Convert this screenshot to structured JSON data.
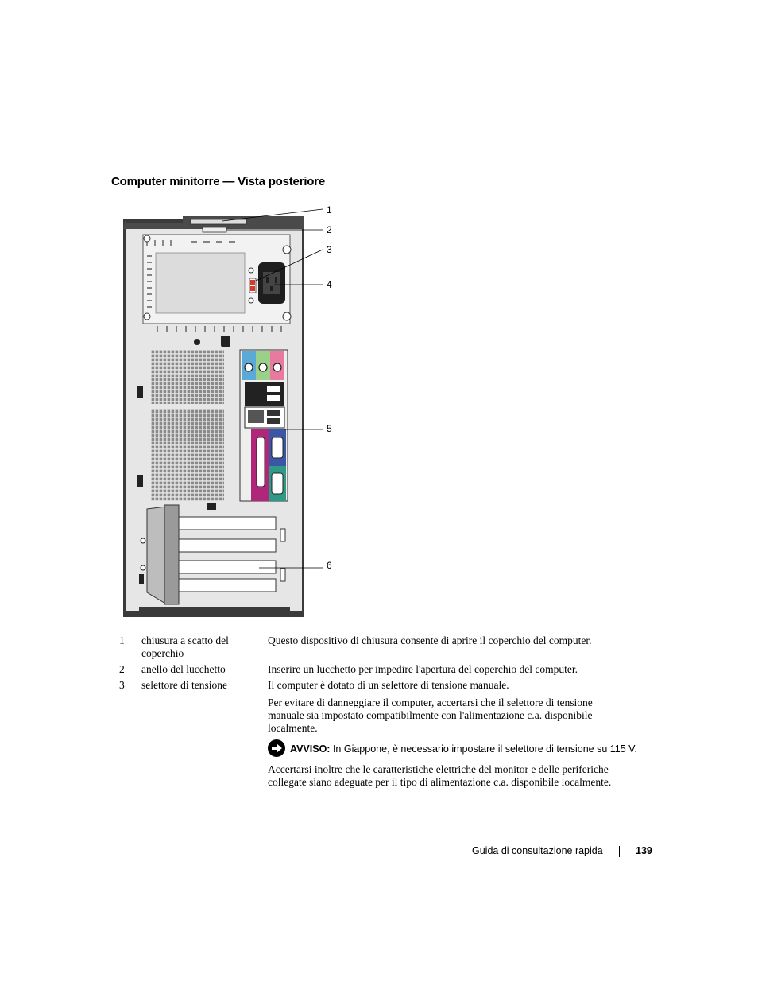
{
  "section_title": "Computer minitorre — Vista posteriore",
  "callouts": [
    "1",
    "2",
    "3",
    "4",
    "5",
    "6"
  ],
  "rows": [
    {
      "num": "1",
      "term": "chiusura a scatto del coperchio",
      "desc": "Questo dispositivo di chiusura consente di aprire il coperchio del computer."
    },
    {
      "num": "2",
      "term": "anello del lucchetto",
      "desc": "Inserire un lucchetto per impedire l'apertura del coperchio del computer."
    },
    {
      "num": "3",
      "term": "selettore di tensione",
      "desc": "Il computer è dotato di un selettore di tensione manuale."
    }
  ],
  "paragraph_1": "Per evitare di danneggiare il computer, accertarsi che il selettore di tensione manuale sia impostato compatibilmente con l'alimentazione c.a. disponibile localmente.",
  "notice": {
    "label": "AVVISO:",
    "text": " In Giappone, è necessario impostare il selettore di tensione su 115 V."
  },
  "paragraph_2": "Accertarsi inoltre che le caratteristiche elettriche del monitor e delle periferiche collegate siano adeguate per il tipo di alimentazione c.a. disponibile localmente.",
  "footer": {
    "title": "Guida di consultazione rapida",
    "page": "139"
  },
  "colors": {
    "audio_blue": "#5aa9d6",
    "audio_green": "#9bd08a",
    "audio_pink": "#e87aa0",
    "parallel_magenta": "#b0277a",
    "vga_blue": "#3c56a6",
    "serial_teal": "#2f9a86"
  }
}
